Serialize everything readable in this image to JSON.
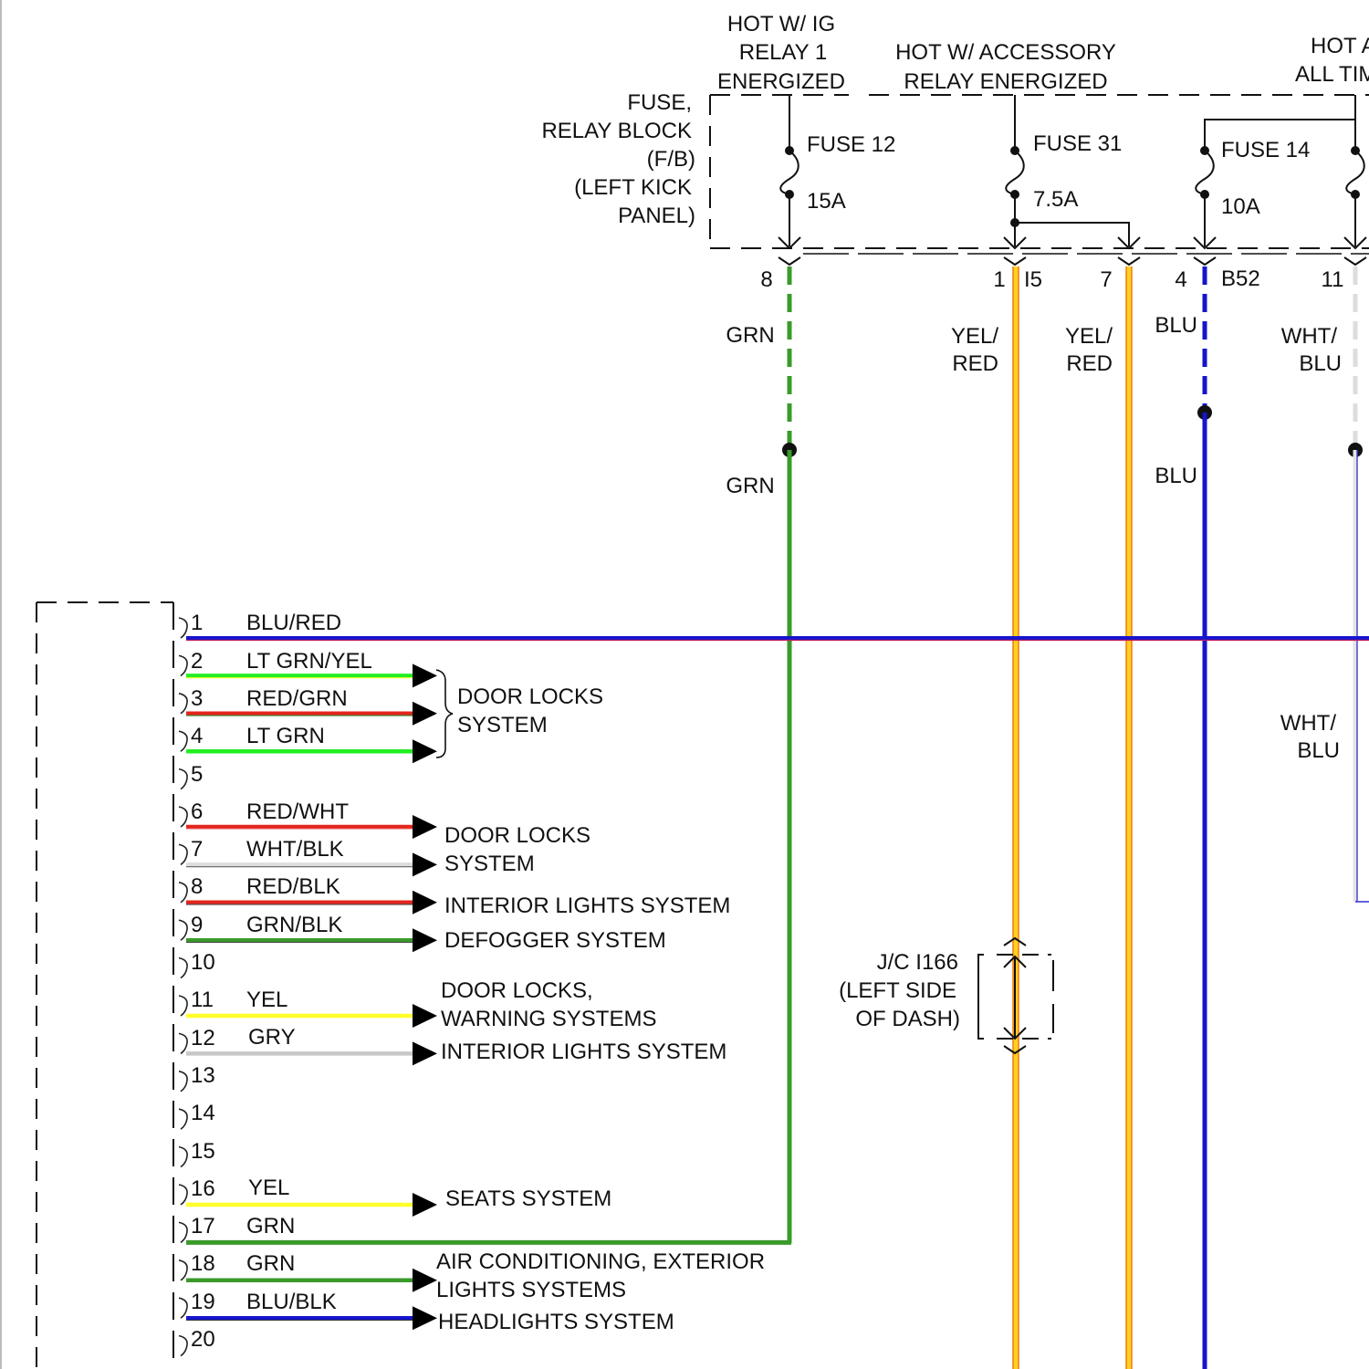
{
  "power_sources": {
    "hot_ig_relay": [
      "HOT W/ IG",
      "RELAY 1",
      "ENERGIZED"
    ],
    "hot_accessory": [
      "HOT W/ ACCESSORY",
      "RELAY ENERGIZED"
    ],
    "hot_all_times": [
      "HOT A",
      "ALL TIM"
    ]
  },
  "fuse_block": {
    "label": [
      "FUSE,",
      "RELAY BLOCK",
      "(F/B)",
      "(LEFT KICK",
      "PANEL)"
    ],
    "fuses": [
      {
        "name": "FUSE 12",
        "rating": "15A"
      },
      {
        "name": "FUSE 31",
        "rating": "7.5A"
      },
      {
        "name": "FUSE 14",
        "rating": "10A"
      }
    ]
  },
  "connectors": {
    "fb_pins": {
      "p8": "8",
      "p1": "1",
      "p7": "7",
      "p4": "4",
      "p11": "11"
    },
    "i5": "I5",
    "b52": "B52"
  },
  "vertical_wires": {
    "grn_top": "GRN",
    "grn_bottom": "GRN",
    "yelred_a": [
      "YEL/",
      "RED"
    ],
    "yelred_b": [
      "YEL/",
      "RED"
    ],
    "blu_top": "BLU",
    "blu_bottom": "BLU",
    "whtblu_top": [
      "WHT/",
      "BLU"
    ],
    "whtblu_mid": [
      "WHT/",
      "BLU"
    ]
  },
  "junction": {
    "label": [
      "J/C I166",
      "(LEFT SIDE",
      "OF DASH)"
    ]
  },
  "colors": {
    "GRN": "#3a9a2a",
    "LT_GRN": "#22ee22",
    "YEL": "#ffff2a",
    "YEL_RED_core": "#ffd21e",
    "YEL_RED_edge": "#f07b16",
    "BLU": "#1515cc",
    "BLU_RED_edge": "#c2185b",
    "RED": "#e3241d",
    "GRY": "#c8c8c8",
    "WHT": "#dddddd"
  },
  "pins": [
    {
      "num": "1",
      "wire": "BLU/RED",
      "dest": ""
    },
    {
      "num": "2",
      "wire": "LT GRN/YEL",
      "dest": ""
    },
    {
      "num": "3",
      "wire": "RED/GRN",
      "dest": ""
    },
    {
      "num": "4",
      "wire": "LT GRN",
      "dest": ""
    },
    {
      "num": "5",
      "wire": "",
      "dest": ""
    },
    {
      "num": "6",
      "wire": "RED/WHT",
      "dest": ""
    },
    {
      "num": "7",
      "wire": "WHT/BLK",
      "dest": ""
    },
    {
      "num": "8",
      "wire": "RED/BLK",
      "dest": ""
    },
    {
      "num": "9",
      "wire": "GRN/BLK",
      "dest": ""
    },
    {
      "num": "10",
      "wire": "",
      "dest": ""
    },
    {
      "num": "11",
      "wire": "YEL",
      "dest": ""
    },
    {
      "num": "12",
      "wire": "GRY",
      "dest": ""
    },
    {
      "num": "13",
      "wire": "",
      "dest": ""
    },
    {
      "num": "14",
      "wire": "",
      "dest": ""
    },
    {
      "num": "15",
      "wire": "",
      "dest": ""
    },
    {
      "num": "16",
      "wire": "YEL",
      "dest": ""
    },
    {
      "num": "17",
      "wire": "GRN",
      "dest": ""
    },
    {
      "num": "18",
      "wire": "GRN",
      "dest": ""
    },
    {
      "num": "19",
      "wire": "BLU/BLK",
      "dest": ""
    },
    {
      "num": "20",
      "wire": "",
      "dest": ""
    }
  ],
  "destinations": {
    "door_locks_1": [
      "DOOR LOCKS",
      "SYSTEM"
    ],
    "door_locks_2": [
      "DOOR LOCKS",
      "SYSTEM"
    ],
    "interior_lights_1": "INTERIOR LIGHTS SYSTEM",
    "defogger": "DEFOGGER SYSTEM",
    "door_warning": [
      "DOOR LOCKS,",
      "WARNING SYSTEMS"
    ],
    "interior_lights_2": "INTERIOR LIGHTS SYSTEM",
    "seats": "SEATS SYSTEM",
    "ac_exterior": [
      "AIR CONDITIONING, EXTERIOR",
      "LIGHTS SYSTEMS"
    ],
    "headlights": "HEADLIGHTS SYSTEM"
  }
}
